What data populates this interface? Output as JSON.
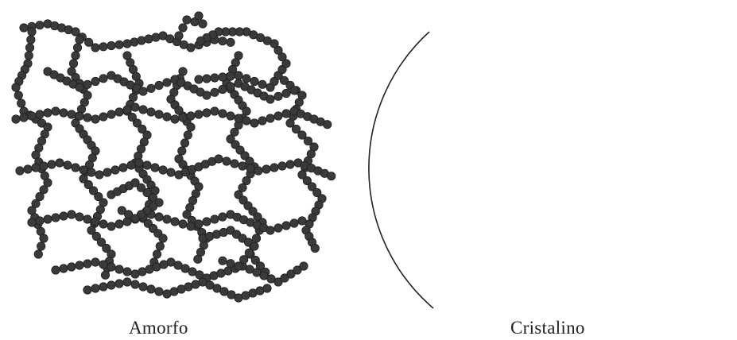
{
  "panels": [
    {
      "id": "amorphous",
      "caption": "Amorfo"
    },
    {
      "id": "crystalline",
      "caption": "Cristalino"
    }
  ],
  "colors": {
    "background": "#ffffff",
    "bead": "#3a3a3a",
    "bead_highlight": "#6e6e6e",
    "line": "#3c3c3c",
    "caption": "#222222"
  }
}
